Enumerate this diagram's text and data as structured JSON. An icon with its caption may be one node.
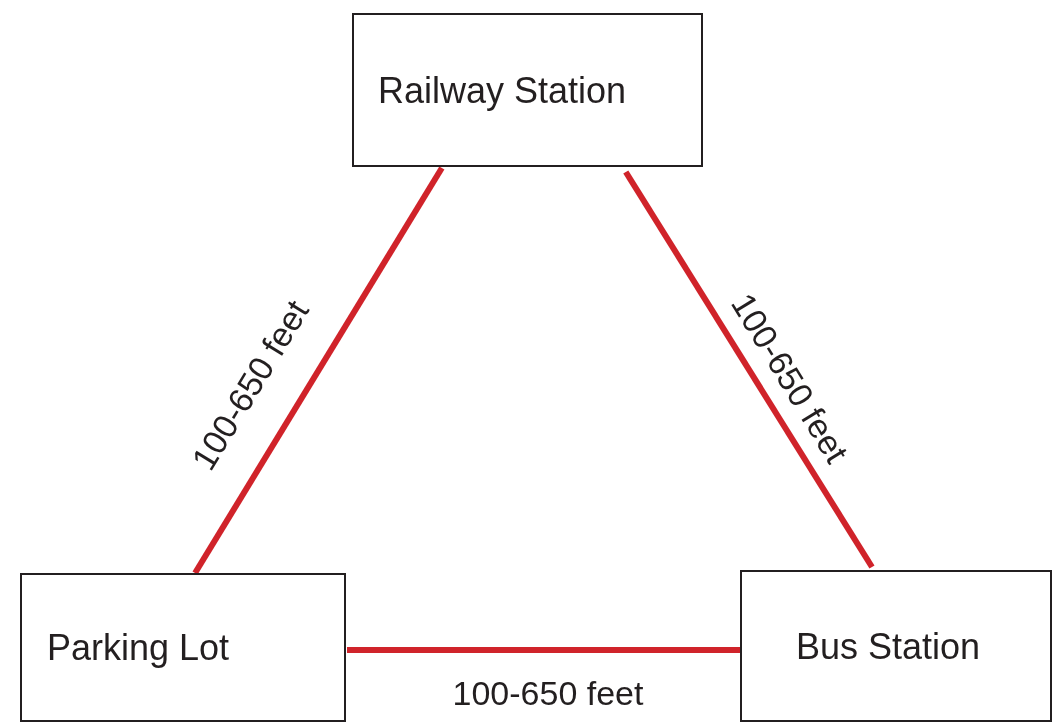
{
  "diagram": {
    "nodes": [
      {
        "text": [
          "Railway Station"
        ]
      },
      {
        "text": [
          "Parking Lot"
        ]
      },
      {
        "text": [
          "Bus Station"
        ]
      }
    ],
    "edges": [
      {
        "from": 0,
        "to": 1,
        "arrow": "none",
        "label": "100-650 feet"
      },
      {
        "from": 0,
        "to": 2,
        "arrow": "none",
        "label": "100-650 feet"
      },
      {
        "from": 1,
        "to": 2,
        "arrow": "none",
        "label": "100-650 feet"
      }
    ]
  }
}
